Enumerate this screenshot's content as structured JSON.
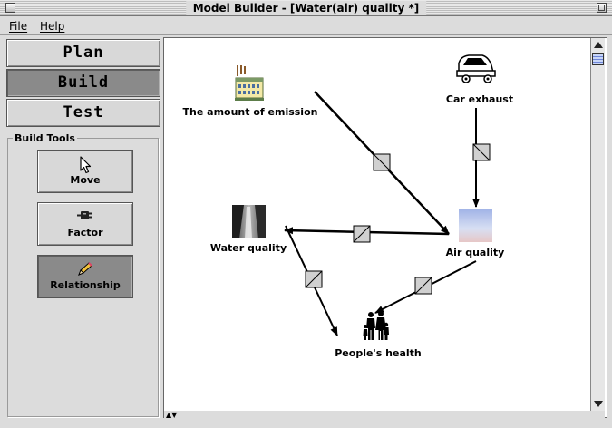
{
  "window": {
    "title": "Model Builder - [Water(air) quality *]"
  },
  "menu": {
    "file": "File",
    "help": "Help"
  },
  "modes": {
    "plan": "Plan",
    "build": "Build",
    "test": "Test",
    "active": "Build"
  },
  "build_tools": {
    "title": "Build Tools",
    "move": "Move",
    "factor": "Factor",
    "relationship": "Relationship",
    "active": "Relationship"
  },
  "model": {
    "factors": {
      "emission": "The amount of emission",
      "car": "Car exhaust",
      "air": "Air quality",
      "water": "Water quality",
      "health": "People's health"
    },
    "relationships": [
      {
        "from": "The amount of emission",
        "to": "Air quality"
      },
      {
        "from": "Car exhaust",
        "to": "Air quality"
      },
      {
        "from": "Air quality",
        "to": "Water quality"
      },
      {
        "from": "Water quality",
        "to": "People's health"
      },
      {
        "from": "Air quality",
        "to": "People's health"
      }
    ]
  },
  "icons": {
    "emission": "factory-icon",
    "car": "car-icon",
    "air": "sky-icon",
    "water": "waterfall-icon",
    "health": "family-icon"
  }
}
